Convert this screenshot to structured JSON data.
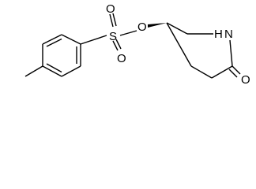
{
  "structure": {
    "atoms": {
      "sulfur": "S",
      "oxygen_upper": "O",
      "oxygen_lower": "O",
      "oxygen_ester": "O",
      "nitrogen": "N",
      "hydrogen": "H",
      "oxygen_carbonyl": "O"
    }
  },
  "colors": {
    "bond": "#000000",
    "label": "#000000",
    "background": "#ffffff"
  }
}
